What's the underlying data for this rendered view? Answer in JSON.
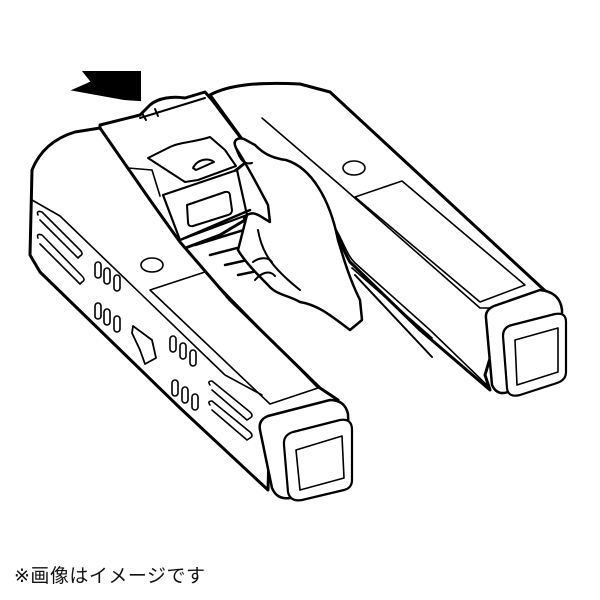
{
  "image": {
    "subject": "product-illustration",
    "description": "Line drawing of a U-shaped twin-body device; a hand pushes a center cartridge in the direction of the arrow",
    "arrow_direction": "left",
    "colors": {
      "line": "#000000",
      "background": "#ffffff",
      "caption_text": "#111111"
    }
  },
  "caption": {
    "text": "※画像はイメージです"
  }
}
